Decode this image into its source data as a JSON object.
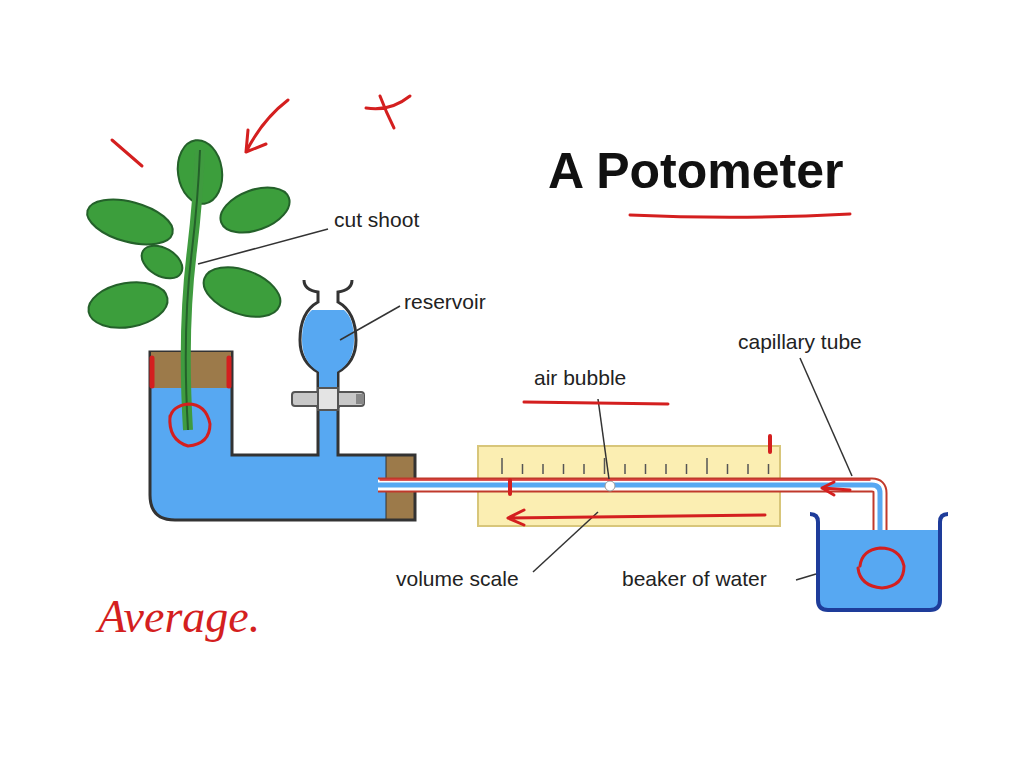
{
  "diagram": {
    "title": "A Potometer",
    "labels": [
      "cut shoot",
      "reservoir",
      "air bubble",
      "capillary tube",
      "volume scale",
      "beaker of water",
      "Average."
    ]
  }
}
